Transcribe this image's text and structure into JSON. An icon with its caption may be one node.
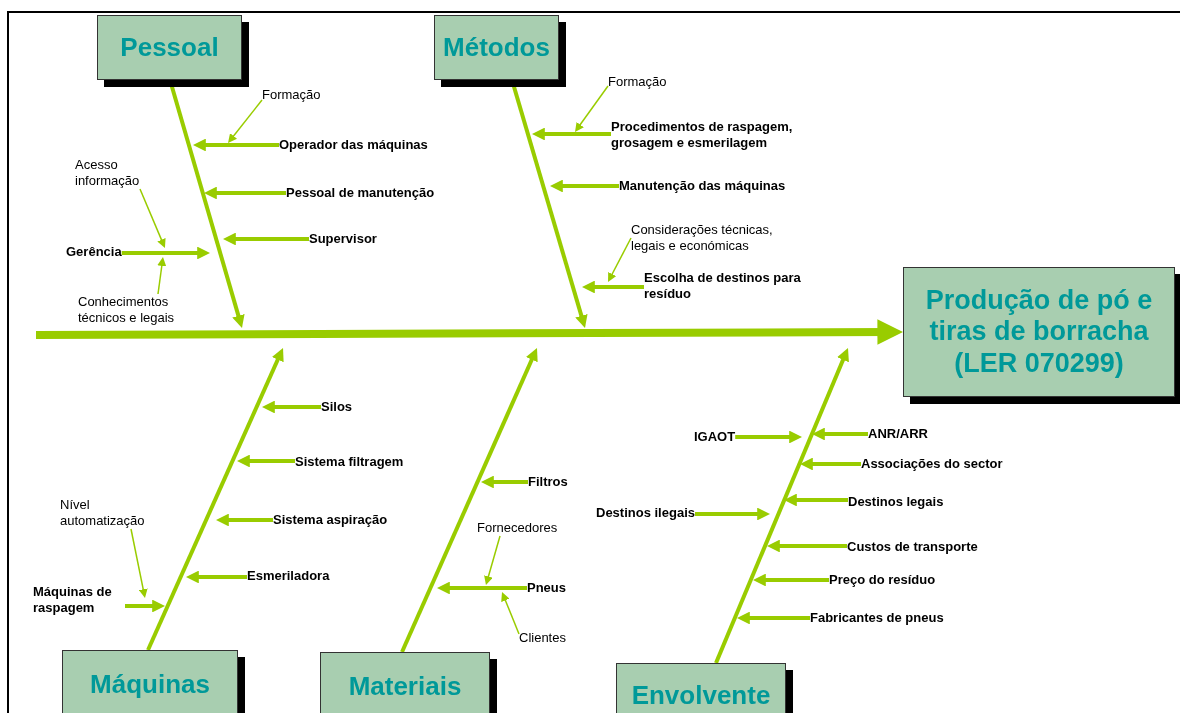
{
  "diagram": {
    "nodes": [
      {
        "text": [
          "Pessoal"
        ]
      },
      {
        "text": [
          "Métodos"
        ]
      },
      {
        "text": [
          "Produção de pó e tiras de borracha (LER 070299)"
        ]
      },
      {
        "text": [
          "Máquinas"
        ]
      },
      {
        "text": [
          "Materiais"
        ]
      },
      {
        "text": [
          "Envolvente"
        ]
      },
      {
        "text": [
          "Formação"
        ]
      },
      {
        "text": [
          "Operador das máquinas"
        ]
      },
      {
        "text": [
          "Acesso informação"
        ]
      },
      {
        "text": [
          "Pessoal de manutenção"
        ]
      },
      {
        "text": [
          "Supervisor"
        ]
      },
      {
        "text": [
          "Gerência"
        ]
      },
      {
        "text": [
          "Conhecimentos técnicos e legais"
        ]
      },
      {
        "text": [
          "Formação"
        ]
      },
      {
        "text": [
          "Procedimentos de raspagem, grosagem e esmerilagem"
        ]
      },
      {
        "text": [
          "Manutenção das máquinas"
        ]
      },
      {
        "text": [
          "Considerações técnicas, legais e económicas"
        ]
      },
      {
        "text": [
          "Escolha de destinos para resíduo"
        ]
      },
      {
        "text": [
          "Silos"
        ]
      },
      {
        "text": [
          "IGAOT"
        ]
      },
      {
        "text": [
          "ANR/ARR"
        ]
      },
      {
        "text": [
          "Associações do sector"
        ]
      },
      {
        "text": [
          "Sistema filtragem"
        ]
      },
      {
        "text": [
          "Filtros"
        ]
      },
      {
        "text": [
          "Destinos legais"
        ]
      },
      {
        "text": [
          "Destinos ilegais"
        ]
      },
      {
        "text": [
          "Nível automatização"
        ]
      },
      {
        "text": [
          "Sistema aspiração"
        ]
      },
      {
        "text": [
          "Fornecedores"
        ]
      },
      {
        "text": [
          "Custos de transporte"
        ]
      },
      {
        "text": [
          "Esmeriladora"
        ]
      },
      {
        "text": [
          "Pneus"
        ]
      },
      {
        "text": [
          "Preço do resíduo"
        ]
      },
      {
        "text": [
          "Máquinas de raspagem"
        ]
      },
      {
        "text": [
          "Clientes"
        ]
      },
      {
        "text": [
          "Fabricantes de pneus"
        ]
      }
    ],
    "edges": [
      {
        "from": null,
        "to": 2,
        "arrow": "to",
        "style": "thick"
      },
      {
        "from": 0,
        "to": null,
        "arrow": "to"
      },
      {
        "from": 1,
        "to": null,
        "arrow": "to"
      },
      {
        "from": 3,
        "to": null,
        "arrow": "to"
      },
      {
        "from": 4,
        "to": null,
        "arrow": "to"
      },
      {
        "from": 5,
        "to": null,
        "arrow": "to"
      },
      {
        "from": 6,
        "to": 7,
        "arrow": "to"
      },
      {
        "from": 7,
        "to": null,
        "arrow": "to"
      },
      {
        "from": 8,
        "to": 11,
        "arrow": "to"
      },
      {
        "from": 9,
        "to": null,
        "arrow": "to"
      },
      {
        "from": 10,
        "to": null,
        "arrow": "to"
      },
      {
        "from": 11,
        "to": null,
        "arrow": "to"
      },
      {
        "from": 12,
        "to": 11,
        "arrow": "to"
      },
      {
        "from": 13,
        "to": 14,
        "arrow": "to"
      },
      {
        "from": 14,
        "to": null,
        "arrow": "to"
      },
      {
        "from": 15,
        "to": null,
        "arrow": "to"
      },
      {
        "from": 16,
        "to": 17,
        "arrow": "to"
      },
      {
        "from": 17,
        "to": null,
        "arrow": "to"
      },
      {
        "from": 18,
        "to": null,
        "arrow": "to"
      },
      {
        "from": 19,
        "to": null,
        "arrow": "to"
      },
      {
        "from": 20,
        "to": null,
        "arrow": "to"
      },
      {
        "from": 21,
        "to": null,
        "arrow": "to"
      },
      {
        "from": 22,
        "to": null,
        "arrow": "to"
      },
      {
        "from": 23,
        "to": null,
        "arrow": "to"
      },
      {
        "from": 24,
        "to": null,
        "arrow": "to"
      },
      {
        "from": 25,
        "to": null,
        "arrow": "to"
      },
      {
        "from": 26,
        "to": 33,
        "arrow": "to"
      },
      {
        "from": 27,
        "to": null,
        "arrow": "to"
      },
      {
        "from": 28,
        "to": 31,
        "arrow": "to"
      },
      {
        "from": 29,
        "to": null,
        "arrow": "to"
      },
      {
        "from": 30,
        "to": null,
        "arrow": "to"
      },
      {
        "from": 31,
        "to": null,
        "arrow": "to"
      },
      {
        "from": 32,
        "to": null,
        "arrow": "to"
      },
      {
        "from": 33,
        "to": null,
        "arrow": "to"
      },
      {
        "from": 34,
        "to": 31,
        "arrow": "to"
      },
      {
        "from": 35,
        "to": null,
        "arrow": "to"
      }
    ]
  }
}
